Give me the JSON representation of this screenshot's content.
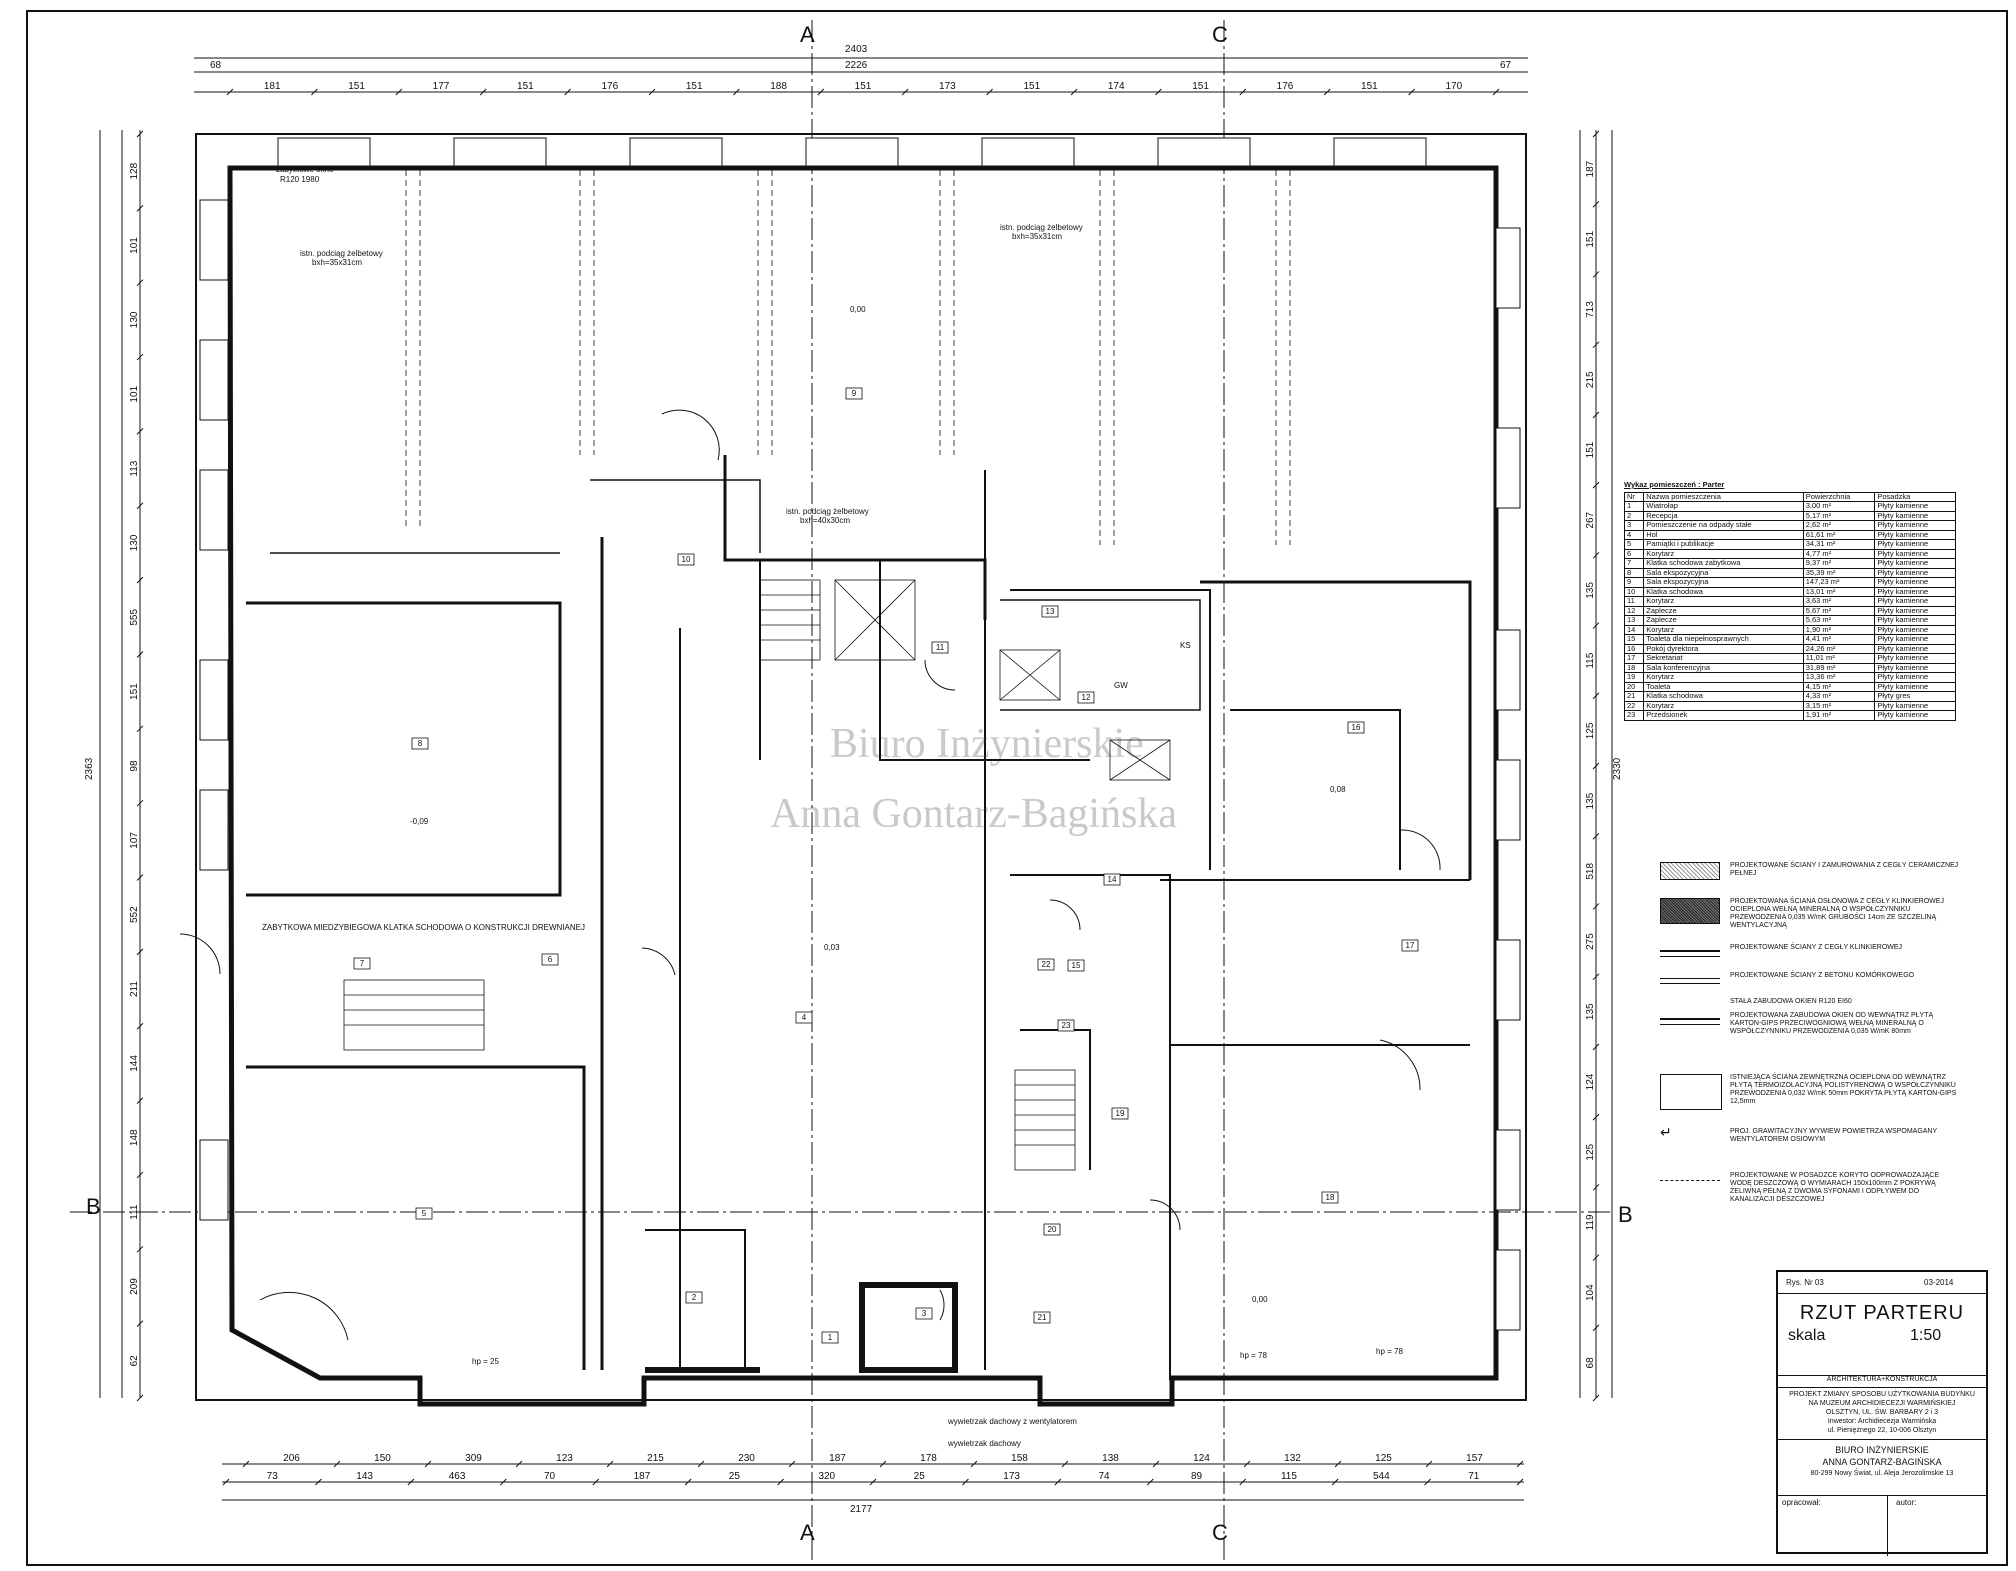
{
  "sheet": {
    "axis_labels": {
      "top_left": "A",
      "top_right": "C",
      "left": "B",
      "right": "B",
      "bottom_left": "A",
      "bottom_right": "C"
    }
  },
  "dimensions": {
    "top_overall": "2403",
    "top_total": "2226",
    "top_left_margin": "68",
    "top_right_margin": "67",
    "top_chain": [
      "181",
      "151",
      "177",
      "151",
      "176",
      "151",
      "188",
      "151",
      "173",
      "151",
      "174",
      "151",
      "176",
      "151",
      "170"
    ],
    "bottom_chain": [
      "206",
      "150",
      "309",
      "123",
      "215",
      "230",
      "187",
      "178",
      "158",
      "138",
      "124",
      "132",
      "125",
      "157"
    ],
    "bottom_chain2": [
      "73",
      "143",
      "463",
      "70",
      "187",
      "25",
      "320",
      "25",
      "173",
      "74",
      "89",
      "115",
      "544",
      "71"
    ],
    "bottom_total": "2177",
    "left_total": "2363",
    "left_chain": [
      "128",
      "101",
      "130",
      "101",
      "113",
      "130",
      "555",
      "151",
      "98",
      "107",
      "552",
      "211",
      "144",
      "148",
      "111",
      "209",
      "62"
    ],
    "right_total": "2330",
    "right_chain": [
      "187",
      "151",
      "713",
      "215",
      "151",
      "267",
      "135",
      "115",
      "125",
      "135",
      "518",
      "275",
      "135",
      "124",
      "125",
      "119",
      "104",
      "68"
    ]
  },
  "annotations": {
    "window_label": "zabytkowe okno",
    "window_size": "R120 1980",
    "beam_1": "istn. podciąg żelbetowy",
    "beam_1_size": "bxh=35x31cm",
    "beam_2": "istn. podciąg żelbetowy",
    "beam_2_size": "bxh=35x31cm",
    "beam_3": "istn. podciąg żelbetowy",
    "beam_3_size": "bxh=40x30cm",
    "chimney_note": "ZABYTKOWA MIEDZYBIEGOWA KLATKA SCHODOWA O KONSTRUKCJI DREWNIANEJ",
    "vent_note_1": "wywietrzak dachowy z wentylatorem",
    "vent_note_2": "wywietrzak dachowy",
    "level_1": "0,00",
    "level_2": "-0,09",
    "level_3": "0,03",
    "level_4": "0,00",
    "level_5": "0,08",
    "hp_1": "hp = 25",
    "hp_2": "hp = 78",
    "hp_3": "hp = 78",
    "gw": "GW",
    "ks": "KS"
  },
  "rooms": [
    "1",
    "2",
    "3",
    "4",
    "5",
    "6",
    "7",
    "8",
    "9",
    "10",
    "11",
    "12",
    "13",
    "14",
    "15",
    "16",
    "17",
    "18",
    "19",
    "20",
    "21",
    "22",
    "23"
  ],
  "room_table": {
    "caption": "Wykaz pomieszczeń : Parter",
    "headers": [
      "Nr",
      "Nazwa pomieszczenia",
      "Powierzchnia",
      "Posadzka"
    ],
    "rows": [
      [
        "1",
        "Wiatrołap",
        "3,00 m²",
        "Płyty kamienne"
      ],
      [
        "2",
        "Recepcja",
        "5,17 m²",
        "Płyty kamienne"
      ],
      [
        "3",
        "Pomieszczenie na odpady stałe",
        "2,62 m²",
        "Płyty kamienne"
      ],
      [
        "4",
        "Hol",
        "61,61 m²",
        "Płyty kamienne"
      ],
      [
        "5",
        "Pamiątki i publikacje",
        "34,31 m²",
        "Płyty kamienne"
      ],
      [
        "6",
        "Korytarz",
        "4,77 m²",
        "Płyty kamienne"
      ],
      [
        "7",
        "Klatka schodowa zabytkowa",
        "9,37 m²",
        "Płyty kamienne"
      ],
      [
        "8",
        "Sala ekspozycyjna",
        "35,39 m²",
        "Płyty kamienne"
      ],
      [
        "9",
        "Sala ekspozycyjna",
        "147,23 m²",
        "Płyty kamienne"
      ],
      [
        "10",
        "Klatka schodowa",
        "13,01 m²",
        "Płyty kamienne"
      ],
      [
        "11",
        "Korytarz",
        "3,63 m²",
        "Płyty kamienne"
      ],
      [
        "12",
        "Zaplecze",
        "5,67 m²",
        "Płyty kamienne"
      ],
      [
        "13",
        "Zaplecze",
        "5,63 m²",
        "Płyty kamienne"
      ],
      [
        "14",
        "Korytarz",
        "1,90 m²",
        "Płyty kamienne"
      ],
      [
        "15",
        "Toaleta dla niepełnosprawnych",
        "4,41 m²",
        "Płyty kamienne"
      ],
      [
        "16",
        "Pokój dyrektora",
        "24,26 m²",
        "Płyty kamienne"
      ],
      [
        "17",
        "Sekretariat",
        "11,01 m²",
        "Płyty kamienne"
      ],
      [
        "18",
        "Sala konferencyjna",
        "31,89 m²",
        "Płyty kamienne"
      ],
      [
        "19",
        "Korytarz",
        "13,36 m²",
        "Płyty kamienne"
      ],
      [
        "20",
        "Toaleta",
        "4,15 m²",
        "Płyty kamienne"
      ],
      [
        "21",
        "Klatka schodowa",
        "4,33 m²",
        "Płyty gres"
      ],
      [
        "22",
        "Korytarz",
        "3,15 m²",
        "Płyty kamienne"
      ],
      [
        "23",
        "Przedsionek",
        "1,91 m²",
        "Płyty kamienne"
      ]
    ]
  },
  "legend": [
    {
      "text": "PROJEKTOWANE ŚCIANY I ZAMUROWANIA Z CEGŁY CERAMICZNEJ PEŁNEJ"
    },
    {
      "text": "PROJEKTOWANA ŚCIANA OSŁONOWA Z CEGŁY KLINKIEROWEJ OCIEPLONA WEŁNĄ MINERALNĄ O WSPÓŁCZYNNIKU PRZEWODZENIA 0,035 W/mK GRUBOŚCI 14cm ZE SZCZELINĄ WENTYLACYJNĄ"
    },
    {
      "text": "PROJEKTOWANE ŚCIANY Z CEGŁY KLINKIEROWEJ"
    },
    {
      "text": "PROJEKTOWANE ŚCIANY Z BETONU KOMÓRKOWEGO"
    },
    {
      "text": "STAŁA ZABUDOWA OKIEN R120 EI60"
    },
    {
      "text": "PROJEKTOWANA ZABUDOWA OKIEN OD WEWNĄTRZ PŁYTĄ KARTON-GIPS PRZECIWOGNIOWĄ WEŁNĄ MINERALNĄ O WSPÓŁCZYNNIKU PRZEWODZENIA 0,035 W/mK 80mm"
    },
    {
      "text": "ISTNIEJĄCA ŚCIANA ZEWNĘTRZNA OCIEPLONA OD WEWNĄTRZ PŁYTĄ TERMOIZOLACYJNĄ POLISTYRENOWĄ O WSPÓŁCZYNNIKU PRZEWODZENIA 0,032 W/mK 50mm POKRYTA PŁYTĄ KARTON-GIPS 12,5mm"
    },
    {
      "text": "PROJ. GRAWITACYJNY WYWIEW POWIETRZA WSPOMAGANY WENTYLATOREM OSIOWYM"
    },
    {
      "text": "PROJEKTOWANE W POSADZCE KORYTO ODPROWADZAJĄCE WODĘ DESZCZOWĄ O WYMIARACH 150x100mm Z POKRYWĄ ŻELIWNĄ PEŁNĄ Z DWOMA SYFONAMI I ODPŁYWEM DO KANALIZACJI DESZCZOWEJ"
    }
  ],
  "title_block": {
    "drawing_no": "Rys. Nr 03",
    "date": "03-2014",
    "title": "RZUT PARTERU",
    "scale_label": "skala",
    "scale_value": "1:50",
    "discipline": "ARCHITEKTURA+KONSTRUKCJA",
    "project_line1": "PROJEKT ZMIANY SPOSOBU UŻYTKOWANIA BUDYNKU",
    "project_line2": "NA MUZEUM ARCHIDIECEZJI WARMIŃSKIEJ",
    "project_line3": "OLSZTYN, UL. ŚW. BARBARY 2 i 3",
    "project_line4": "Inwestor: Archidiecezja Warmińska",
    "project_line5": "ul. Pieniężnego 22, 10-006 Olsztyn",
    "office_line1": "BIURO INŻYNIERSKIE",
    "office_line2": "ANNA GONTARZ-BAGIŃSKA",
    "office_line3": "80-299 Nowy Świat, ul. Aleja Jerozolimskie 13",
    "sign_left": "opracował:",
    "sign_right": "autor:"
  },
  "watermark": {
    "line1": "Biuro Inżynierskie",
    "line2": "Anna Gontarz-Bagińska"
  }
}
